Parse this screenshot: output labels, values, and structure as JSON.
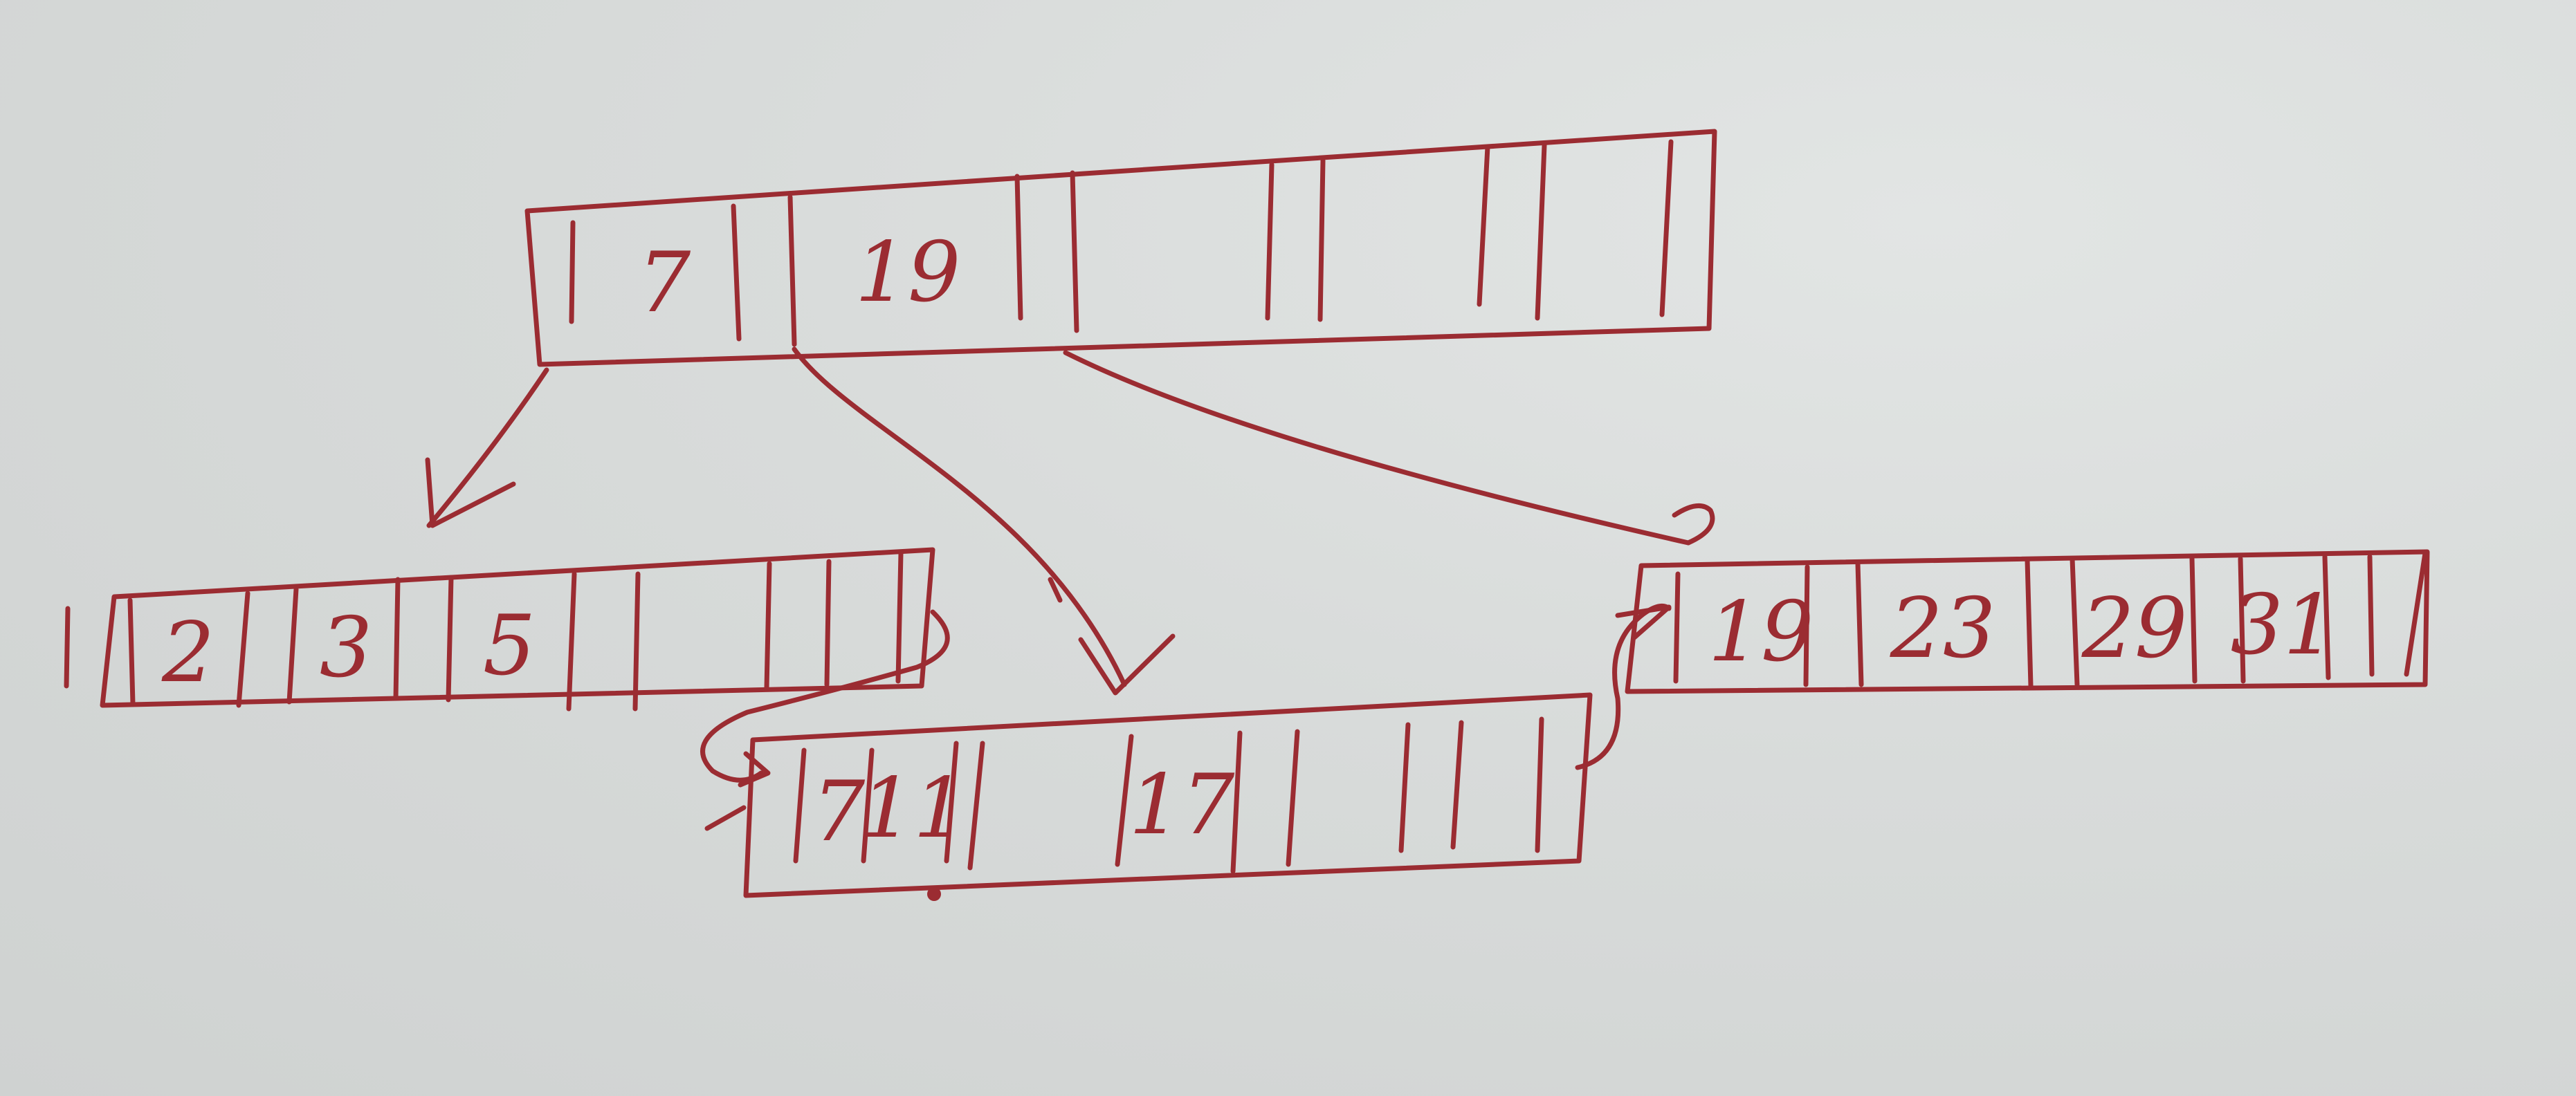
{
  "ink_color": "#9b2c32",
  "root_node": {
    "keys": [
      "7",
      "19",
      "",
      "",
      ""
    ]
  },
  "leaf_nodes": [
    {
      "keys": [
        "2",
        "3",
        "5",
        "",
        ""
      ]
    },
    {
      "keys": [
        "7",
        "11",
        "17",
        "",
        ""
      ]
    },
    {
      "keys": [
        "19",
        "23",
        "29",
        "31",
        ""
      ]
    }
  ]
}
